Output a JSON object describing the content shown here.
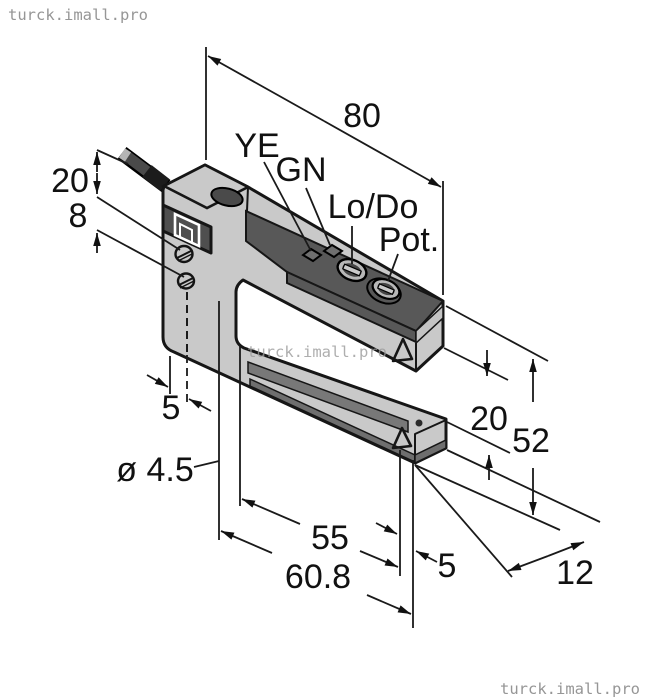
{
  "watermarks": {
    "top_left": "turck.imall.pro",
    "center": "turck.imall.pro",
    "bottom_right": "turck.imall.pro"
  },
  "labels": {
    "led_yellow": "YE",
    "led_green": "GN",
    "light_dark_mode": "Lo/Do",
    "potentiometer": "Pot."
  },
  "dimensions": {
    "overall_length": "80",
    "head_height": "20",
    "screw_spacing": "8",
    "screw_edge_offset": "5",
    "mounting_hole_diameter": "ø 4.5",
    "slot_depth": "55",
    "arm_reach": "60.8",
    "beam_end_offset": "5",
    "housing_depth": "12",
    "overall_height": "52",
    "slot_width": "20"
  },
  "colors": {
    "body": "#c9c9c9",
    "dark_face": "#585858",
    "window_band": "#787878",
    "chamfer_band": "#6e6e6e",
    "outline": "#161616",
    "watermark": "#969696"
  }
}
